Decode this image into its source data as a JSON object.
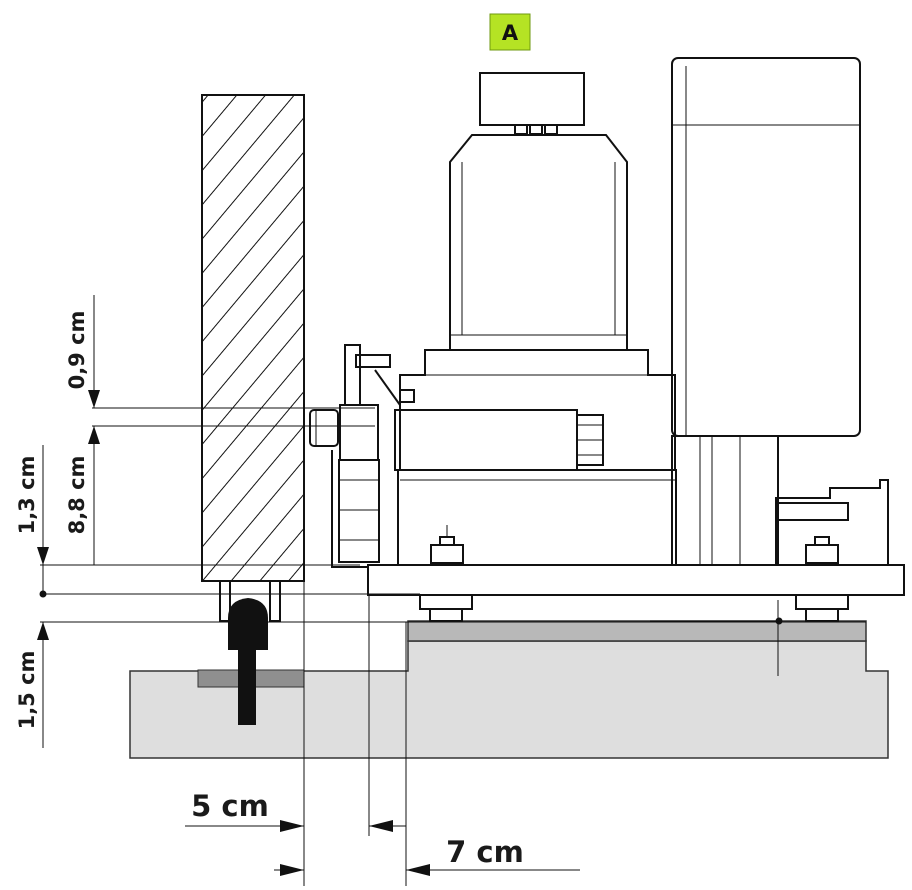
{
  "badge": {
    "label": "A",
    "color": "#b5e324"
  },
  "dimensions": {
    "d_0_9": "0,9 cm",
    "d_8_8": "8,8 cm",
    "d_1_3": "1,3 cm",
    "d_1_5": "1,5 cm",
    "d_5": "5 cm",
    "d_7": "7 cm"
  },
  "colors": {
    "line": "#111111",
    "concrete": "#dedede",
    "plate": "#b8b8b8",
    "anchor_plate": "#8f8f8f"
  }
}
